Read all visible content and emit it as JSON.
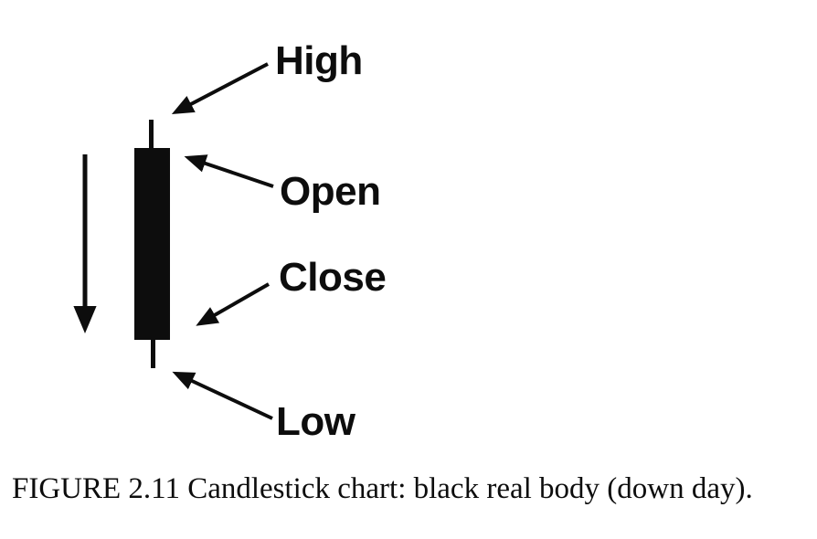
{
  "figure": {
    "type": "candlestick-anatomy-diagram",
    "caption": "FIGURE 2.11 Candlestick chart: black real body (down day).",
    "labels": {
      "high": "High",
      "open": "Open",
      "close": "Close",
      "low": "Low"
    },
    "annotations": [
      {
        "label": "High",
        "points_to": "top of upper shadow"
      },
      {
        "label": "Open",
        "points_to": "top of real body"
      },
      {
        "label": "Close",
        "points_to": "bottom of real body"
      },
      {
        "label": "Low",
        "points_to": "bottom of lower shadow"
      }
    ],
    "candle": {
      "body_style": "black (filled)",
      "direction": "down day"
    },
    "icons": {
      "trend_arrow": "down-arrow-icon"
    },
    "colors": {
      "ink": "#0d0d0d",
      "background": "#ffffff"
    }
  }
}
